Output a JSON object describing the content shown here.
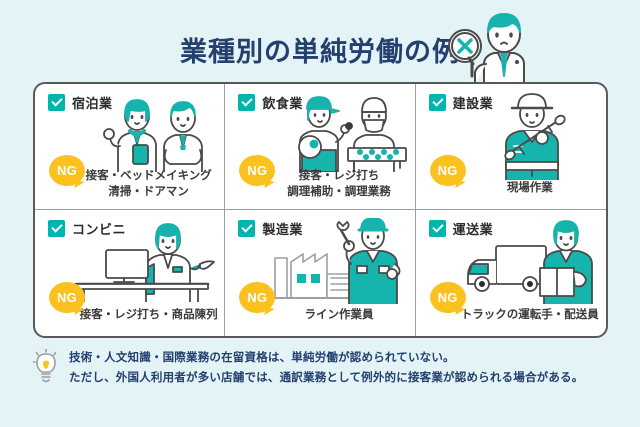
{
  "title": "業種別の単純労働の例",
  "mascot": {
    "name": "inspector-character",
    "magnifier_symbol": "×"
  },
  "colors": {
    "background": "#e4f3f6",
    "title_navy": "#23406e",
    "accent_teal": "#00b5ad",
    "ng_yellow": "#fbc11e",
    "card_border": "#57595c",
    "body_text": "#3a3a3a"
  },
  "cells": [
    {
      "id": "lodging",
      "industry": "宿泊業",
      "badge": "NG",
      "caption_lines": [
        "接客・ベッドメイキング",
        "清掃・ドアマン"
      ],
      "illustration": "hotel-staff-illustration"
    },
    {
      "id": "food-service",
      "industry": "飲食業",
      "badge": "NG",
      "caption_lines": [
        "接客・レジ打ち",
        "調理補助・調理業務"
      ],
      "illustration": "restaurant-staff-illustration"
    },
    {
      "id": "construction",
      "industry": "建設業",
      "badge": "NG",
      "caption_lines": [
        "現場作業"
      ],
      "illustration": "construction-worker-illustration"
    },
    {
      "id": "convenience-store",
      "industry": "コンビニ",
      "badge": "NG",
      "caption_lines": [
        "接客・レジ打ち・商品陳列"
      ],
      "illustration": "convenience-clerk-illustration"
    },
    {
      "id": "manufacturing",
      "industry": "製造業",
      "badge": "NG",
      "caption_lines": [
        "ライン作業員"
      ],
      "illustration": "factory-worker-illustration"
    },
    {
      "id": "transportation",
      "industry": "運送業",
      "badge": "NG",
      "caption_lines": [
        "トラックの運転手・配送員"
      ],
      "illustration": "delivery-driver-illustration"
    }
  ],
  "note": {
    "icon": "lightbulb-icon",
    "line1": "技術・人文知識・国際業務の在留資格は、単純労働が認められていない。",
    "line2": "ただし、外国人利用者が多い店舗では、通訳業務として例外的に接客業が認められる場合がある。"
  }
}
